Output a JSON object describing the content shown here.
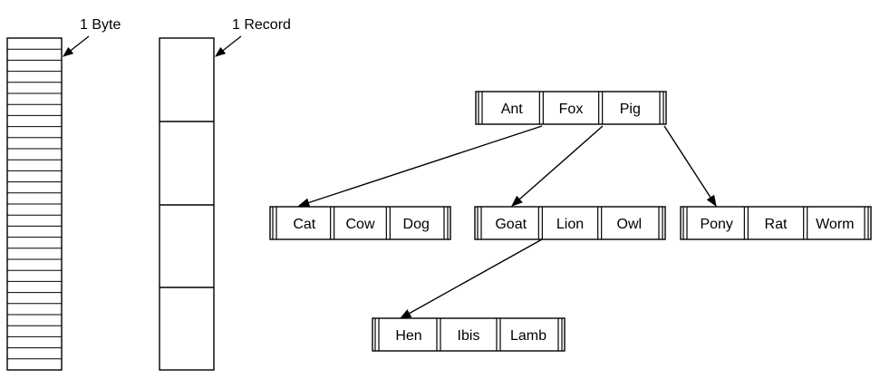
{
  "labels": {
    "byte": "1 Byte",
    "record": "1 Record"
  },
  "tree": {
    "root": [
      "Ant",
      "Fox",
      "Pig"
    ],
    "level1": {
      "left": [
        "Cat",
        "Cow",
        "Dog"
      ],
      "middle": [
        "Goat",
        "Lion",
        "Owl"
      ],
      "right": [
        "Pony",
        "Rat",
        "Worm"
      ]
    },
    "level2": {
      "left": [
        "Hen",
        "Ibis",
        "Lamb"
      ]
    }
  }
}
